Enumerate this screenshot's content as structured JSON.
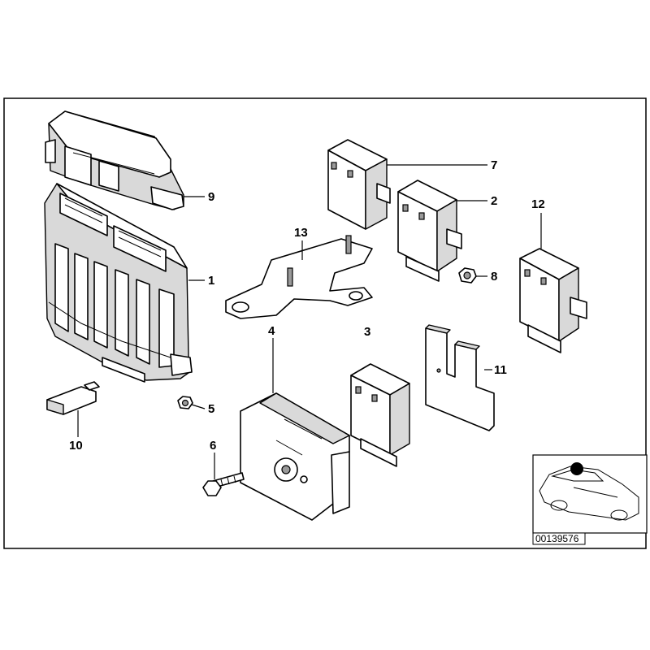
{
  "diagram": {
    "callouts": [
      "1",
      "2",
      "3",
      "4",
      "5",
      "6",
      "7",
      "8",
      "9",
      "10",
      "11",
      "12",
      "13"
    ],
    "diagram_id": "00139576",
    "colors": {
      "line": "#000000",
      "fill": "#ffffff",
      "shade": "#d9d9d9"
    }
  }
}
